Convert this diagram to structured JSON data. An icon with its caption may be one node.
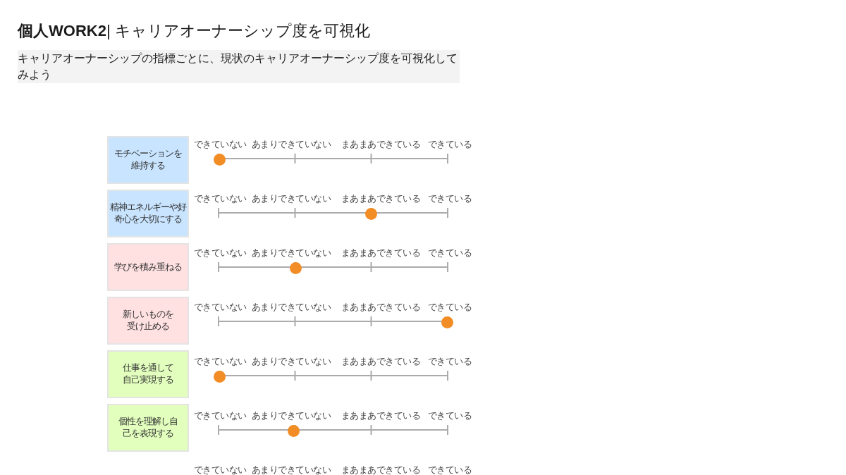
{
  "diagram": {
    "title": "**個人WORK2**| キャリアオーナーシップ度を可視化",
    "nodes": [
      {
        "text": [
          "キャリアオーナーシップの指標ごとに、現状のキャリアオーナーシップ度を可視化してみよう"
        ]
      },
      {
        "text": [
          "モチベーションを維持する"
        ]
      },
      {
        "text": [
          "精神エネルギーや好奇心を大切にする"
        ]
      },
      {
        "text": [
          "学びを積み重ねる"
        ]
      },
      {
        "text": [
          "新しいものを受け止める"
        ]
      },
      {
        "text": [
          "仕事を通して自己実現する"
        ]
      },
      {
        "text": [
          "個性を理解し自己を表現する"
        ]
      }
    ],
    "labels": [
      "できていない",
      "あまりできていない",
      "まあまあできている",
      "できている",
      "できていない",
      "あまりできていない",
      "まあまあできている",
      "できている",
      "できていない",
      "あまりできていない",
      "まあまあできている",
      "できている",
      "できていない",
      "あまりできていない",
      "まあまあできている",
      "できている",
      "できていない",
      "あまりできていない",
      "まあまあできている",
      "できている",
      "できていない",
      "あまりできていない",
      "まあまあできている",
      "できている",
      "できていない",
      "あまりできていない",
      "まあまあできている",
      "できている"
    ]
  }
}
